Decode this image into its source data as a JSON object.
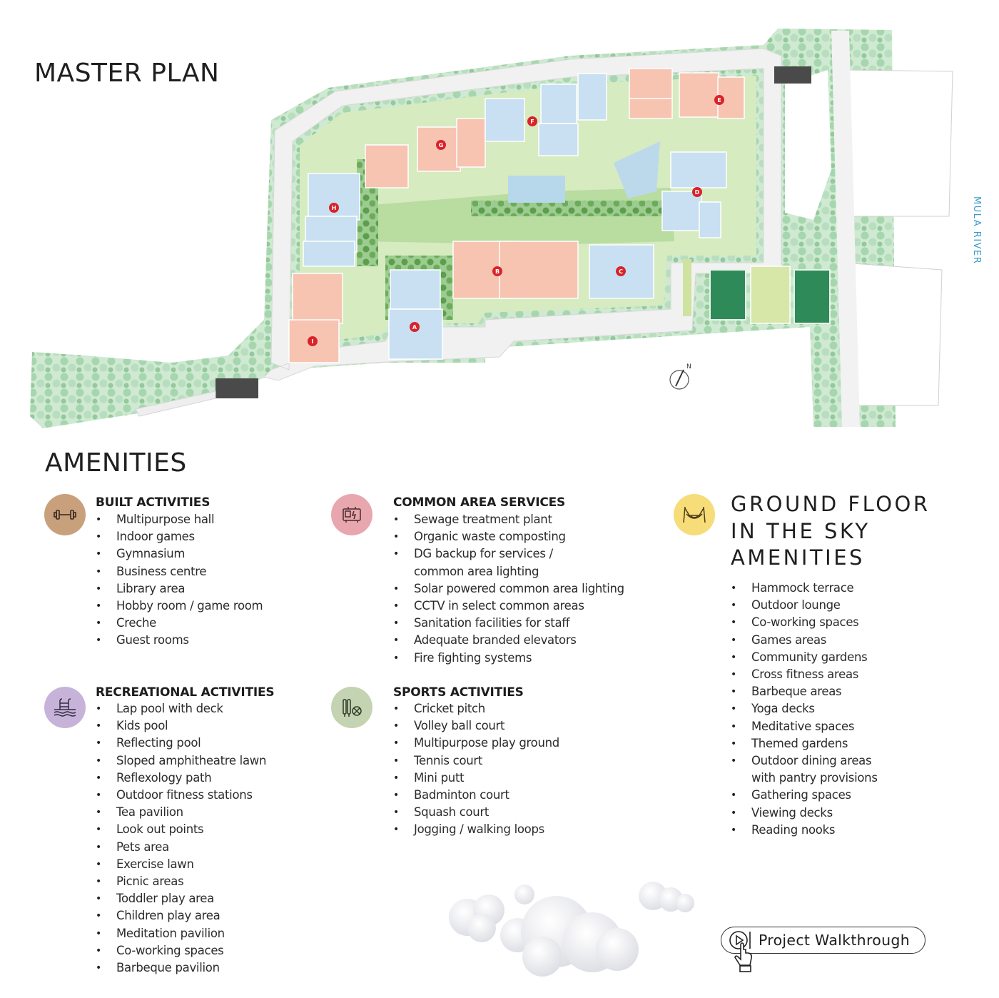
{
  "master_plan": {
    "title": "MASTER PLAN",
    "river_label": "MULA RIVER",
    "tower_labels": [
      "A",
      "B",
      "C",
      "D",
      "E",
      "F",
      "G",
      "H",
      "I"
    ]
  },
  "amenities": {
    "title": "AMENITIES",
    "built": {
      "icon": "dumbbell-icon",
      "color": "#c9a07c",
      "title": "BUILT ACTIVITIES",
      "items": [
        "Multipurpose hall",
        "Indoor games",
        "Gymnasium",
        "Business centre",
        "Library area",
        "Hobby room / game room",
        "Creche",
        "Guest rooms"
      ]
    },
    "common": {
      "icon": "generator-icon",
      "color": "#e8a7ae",
      "title": "COMMON AREA SERVICES",
      "items": [
        "Sewage treatment plant",
        "Organic waste composting",
        "DG backup for services /",
        "common area lighting",
        "Solar powered common area lighting",
        "CCTV in select common areas",
        "Sanitation facilities for staff",
        "Adequate branded elevators",
        "Fire fighting systems"
      ]
    },
    "recreational": {
      "icon": "pool-ladder-icon",
      "color": "#c7b3d9",
      "title": "RECREATIONAL ACTIVITIES",
      "items": [
        "Lap pool with deck",
        "Kids pool",
        "Reflecting pool",
        "Sloped amphitheatre lawn",
        "Reflexology path",
        "Outdoor fitness stations",
        "Tea pavilion",
        "Look out points",
        "Pets area",
        "Exercise lawn",
        "Picnic areas",
        "Toddler play area",
        "Children play area",
        "Meditation pavilion",
        "Co-working spaces",
        "Barbeque pavilion"
      ]
    },
    "sports": {
      "icon": "cricket-bat-ball-icon",
      "color": "#c4d3b2",
      "title": "SPORTS ACTIVITIES",
      "items": [
        "Cricket pitch",
        "Volley ball court",
        "Multipurpose play ground",
        "Tennis court",
        "Mini putt",
        "Badminton court",
        "Squash court",
        "Jogging / walking loops"
      ]
    },
    "sky": {
      "icon": "hammock-icon",
      "color": "#f7dc7a",
      "title_lines": [
        "GROUND FLOOR",
        "IN THE SKY",
        "AMENITIES"
      ],
      "items": [
        "Hammock terrace",
        "Outdoor lounge",
        "Co-working spaces",
        "Games areas",
        "Community gardens",
        "Cross fitness areas",
        "Barbeque areas",
        "Yoga decks",
        "Meditative spaces",
        "Themed gardens",
        "Outdoor dining areas",
        "with pantry provisions",
        "Gathering spaces",
        "Viewing decks",
        "Reading nooks"
      ]
    }
  },
  "walkthrough": {
    "label": "Project Walkthrough",
    "icon": "play-cursor-icon"
  }
}
